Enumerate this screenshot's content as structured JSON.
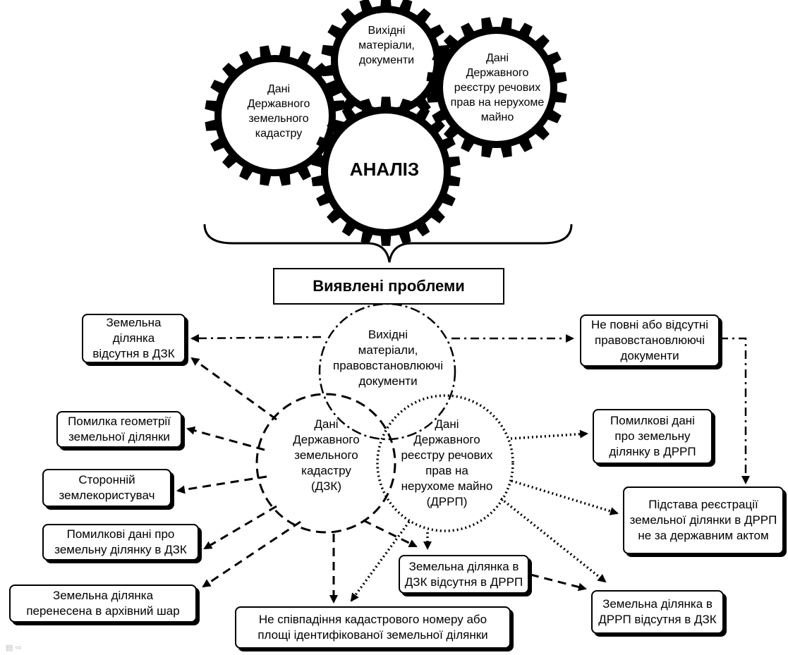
{
  "gears": {
    "source_materials": "Вихідні\nматеріали,\nдокументи",
    "rrp_data": "Дані\nДержавного\nреєстру речових\nправ на нерухоме\nмайно",
    "dzk_data": "Дані\nДержавного\nземельного\nкадастру",
    "analysis": "АНАЛІЗ"
  },
  "header": {
    "title": "Виявлені проблеми"
  },
  "circles": {
    "source": "Вихідні\nматеріали,\nправовстановлюючі\nдокументи",
    "dzk": "Дані\nДержавного\nземельного\nкадастру\n(ДЗК)",
    "drrp": "Дані\nДержавного\nреєстру речових\nправ на\nнерухоме майно\n(ДРРП)"
  },
  "problems": {
    "missing_in_dzk": "Земельна\nділянка\nвідсутня в ДЗК",
    "geometry_error": "Помилка геометрії\nземельної ділянки",
    "third_party_user": "Сторонній\nземлекористувач",
    "wrong_data_dzk": "Помилкові дані про\nземельну ділянку в ДЗК",
    "archived_layer": "Земельна ділянка\nперенесена в архівний шар",
    "mismatch_number_area": "Не співпадіння кадастрового номеру або\nплощі ідентифікованої земельної ділянки",
    "dzk_missing_in_drrp": "Земельна ділянка в\nДЗК відсутня в ДРРП",
    "drrp_missing_in_dzk": "Земельна ділянка в\nДРРП відсутня в ДЗК",
    "not_state_act": "Підстава реєстрації\nземельної ділянки в ДРРП\nне за державним актом",
    "wrong_data_drrp": "Помилкові дані\nпро земельну\nділянку в ДРРП",
    "incomplete_docs": "Не повні або відсутні\nправовстановлюючі\nдокументи"
  }
}
